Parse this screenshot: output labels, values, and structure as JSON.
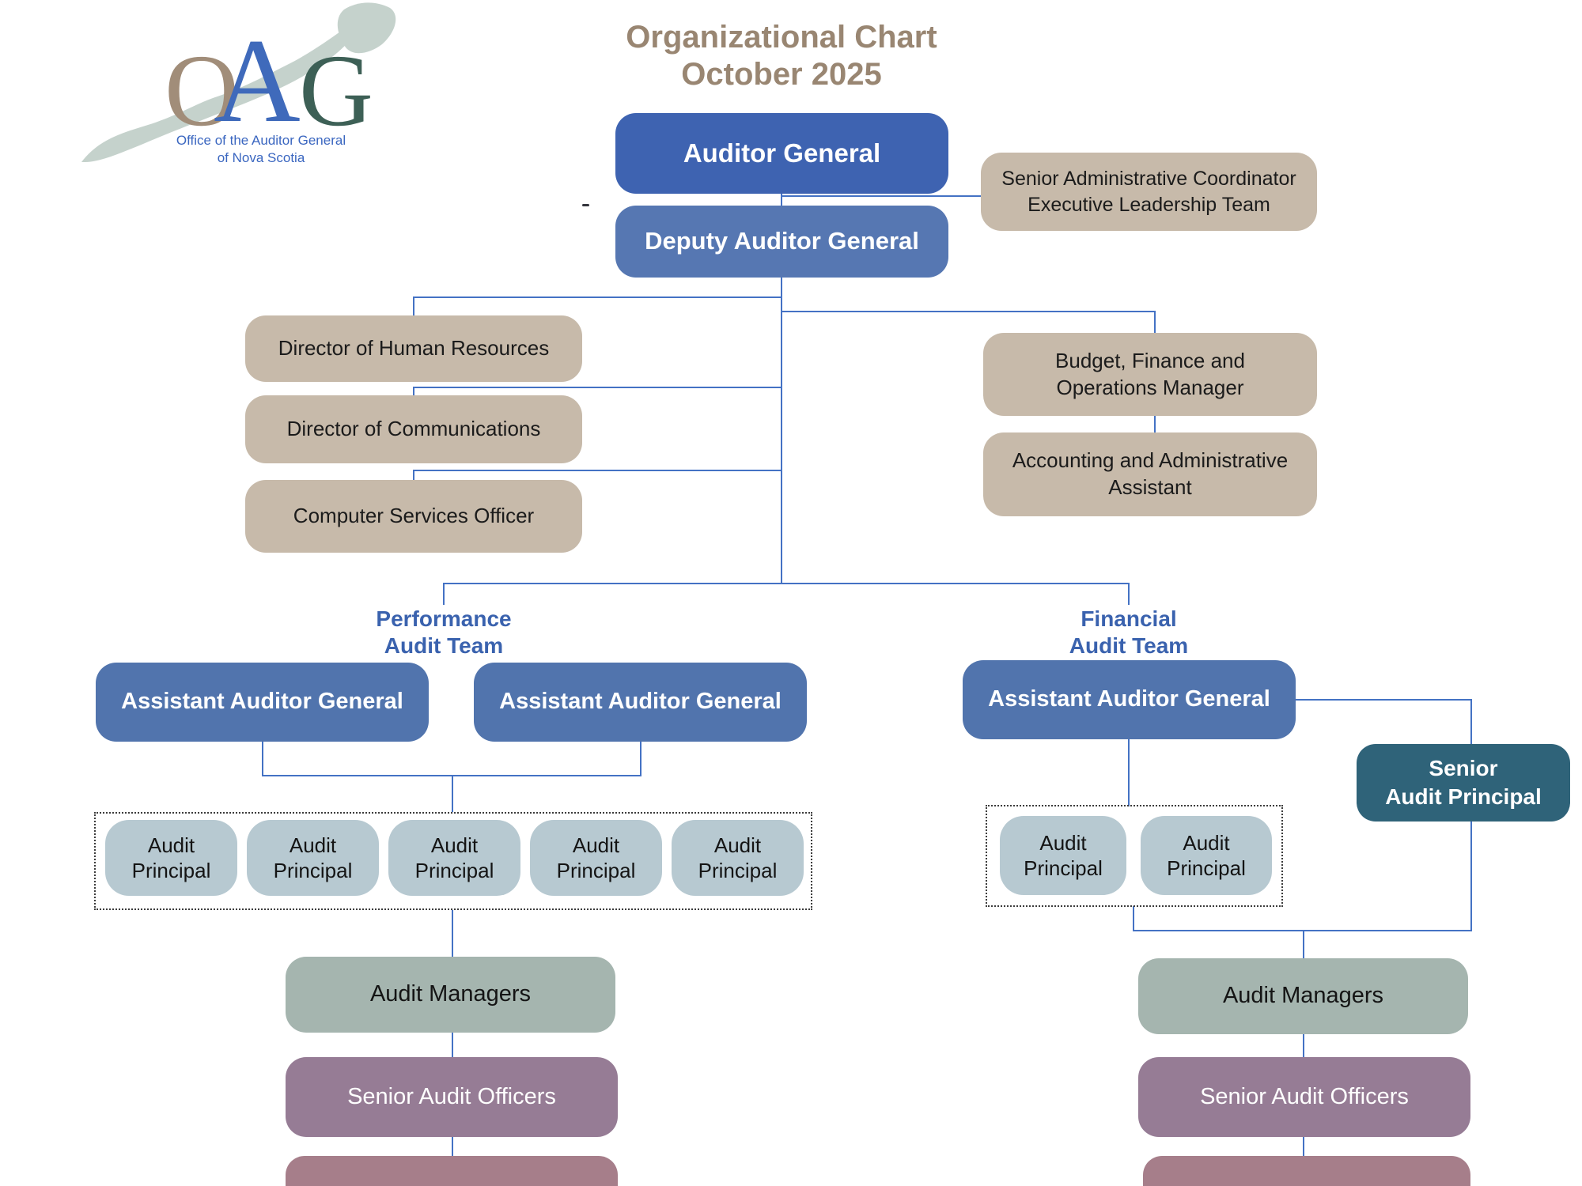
{
  "title": {
    "line1": "Organizational Chart",
    "line2": "October 2025"
  },
  "logo": {
    "letter_o": "O",
    "letter_a": "A",
    "letter_g": "G",
    "caption_line1": "Office of the Auditor General",
    "caption_line2": "of Nova Scotia"
  },
  "nodes": {
    "auditor_general": "Auditor General",
    "senior_admin_line1": "Senior Administrative Coordinator",
    "senior_admin_line2": "Executive Leadership Team",
    "deputy_auditor_general": "Deputy Auditor General",
    "director_hr": "Director of Human Resources",
    "director_comms": "Director of Communications",
    "computer_services": "Computer Services Officer",
    "budget_line1": "Budget, Finance and",
    "budget_line2": "Operations Manager",
    "accounting_line1": "Accounting and Administrative",
    "accounting_line2": "Assistant",
    "assistant_auditor_general": "Assistant Auditor General",
    "senior_audit_principal_line1": "Senior",
    "senior_audit_principal_line2": "Audit Principal",
    "audit_principal_line1": "Audit",
    "audit_principal_line2": "Principal",
    "audit_managers": "Audit Managers",
    "senior_audit_officers": "Senior Audit Officers"
  },
  "teams": {
    "performance": {
      "line1": "Performance",
      "line2": "Audit Team"
    },
    "financial": {
      "line1": "Financial",
      "line2": "Audit Team"
    }
  },
  "colors": {
    "auditor_general_blue": "#3e63b1",
    "deputy_blue": "#5677b2",
    "assistant_blue": "#5174ad",
    "tan": "#c7baaa",
    "audit_principal_steel": "#b7c9d1",
    "senior_audit_principal_teal": "#2f6379",
    "audit_managers_sage": "#a5b5af",
    "senior_audit_officers_mauve": "#967c95",
    "bottom_row_rose": "#a67e8a",
    "connector_blue": "#4472c4",
    "title_taupe": "#998672",
    "team_label_blue": "#3a62ae",
    "logo_o": "#a18d79",
    "logo_a": "#3f6abb",
    "logo_g": "#3d6056",
    "logo_map_sage": "#c5d2cc",
    "logo_caption_blue": "#3a66c0"
  }
}
